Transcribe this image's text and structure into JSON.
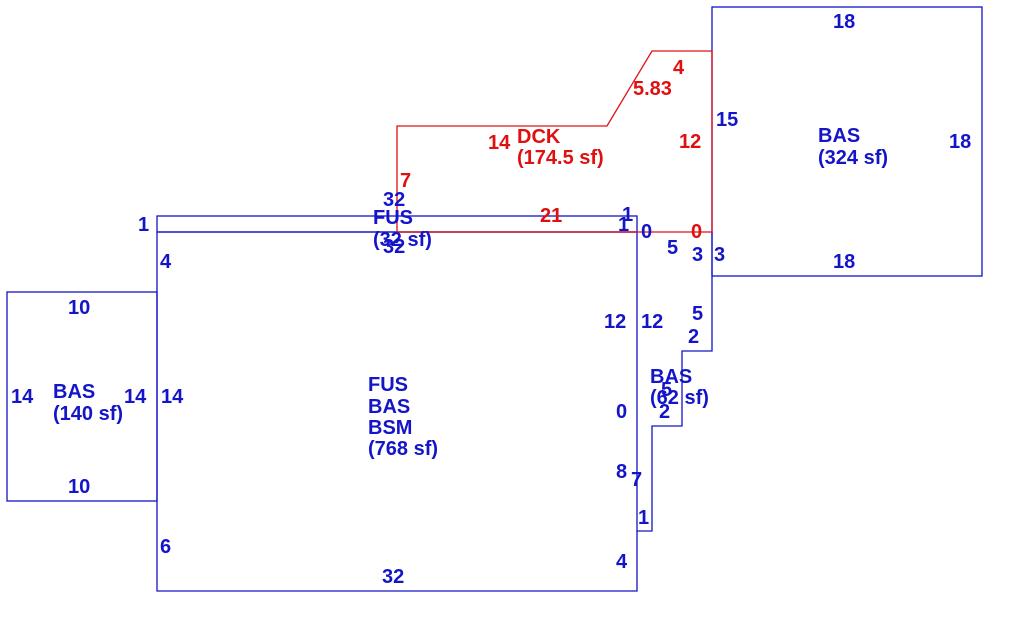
{
  "colors": {
    "outline": "#1414c8",
    "deck": "#e01010",
    "background": "#ffffff"
  },
  "areas": {
    "fus_main": {
      "lines": [
        "FUS",
        "BAS",
        "BSM",
        "(768 sf)"
      ]
    },
    "bas_left": {
      "lines": [
        "BAS",
        "(140 sf)"
      ]
    },
    "bas_right": {
      "lines": [
        "BAS",
        "(324 sf)"
      ]
    },
    "bas_small": {
      "lines": [
        "BAS",
        "(62 sf)"
      ]
    },
    "fus_strip": {
      "lines": [
        "FUS",
        "(32 sf)"
      ]
    },
    "deck": {
      "lines": [
        "DCK",
        "(174.5 sf)"
      ]
    }
  },
  "dimensions": {
    "main_bottom": "32",
    "main_left_upper": "4",
    "main_left_middle": "14",
    "main_left_lower": "6",
    "main_right_a": "12",
    "main_right_b": "0",
    "main_right_c": "8",
    "main_right_d": "4",
    "bas_left_top": "10",
    "bas_left_bottom": "10",
    "bas_left_left": "14",
    "bas_left_right": "14",
    "bas_right_top": "18",
    "bas_right_bottom": "18",
    "bas_right_right": "18",
    "bas_right_left": "15",
    "bas_right_left_lower": "3",
    "small_a": "12",
    "small_b": "5",
    "small_c": "3",
    "small_d": "5",
    "small_e": "2",
    "small_f": "5",
    "small_g": "2",
    "small_h": "7",
    "small_i": "1",
    "small_j": "0",
    "strip_top": "32",
    "strip_bottom": "32",
    "strip_left": "1",
    "strip_right": "1",
    "strip_right_inner": "1",
    "deck_left": "7",
    "deck_top": "14",
    "deck_diag": "5.83",
    "deck_top_right": "4",
    "deck_right": "12",
    "deck_bottom": "21",
    "deck_corner": "0"
  }
}
